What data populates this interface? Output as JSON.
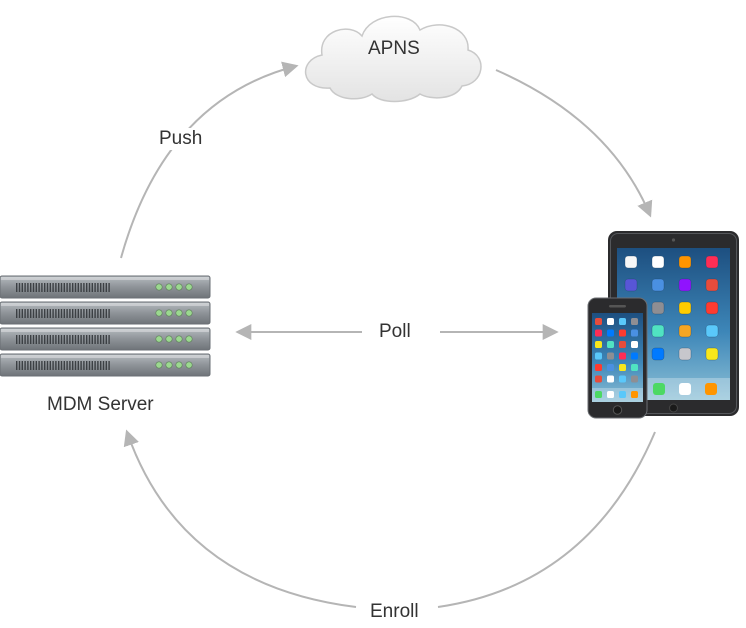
{
  "labels": {
    "apns": "APNS",
    "push": "Push",
    "poll": "Poll",
    "enroll": "Enroll",
    "mdm_server": "MDM Server"
  },
  "colors": {
    "arrow": "#b5b5b5",
    "text": "#333333",
    "server_body": "#8e9398",
    "server_led": "#9bd88f",
    "device_frame": "#2b2b2d",
    "screen_top": "#2e6fa8",
    "screen_bottom": "#6aa6c9"
  },
  "icons": {
    "cloud": "cloud-icon",
    "server": "server-rack-icon",
    "tablet": "ipad-icon",
    "phone": "iphone-icon"
  }
}
